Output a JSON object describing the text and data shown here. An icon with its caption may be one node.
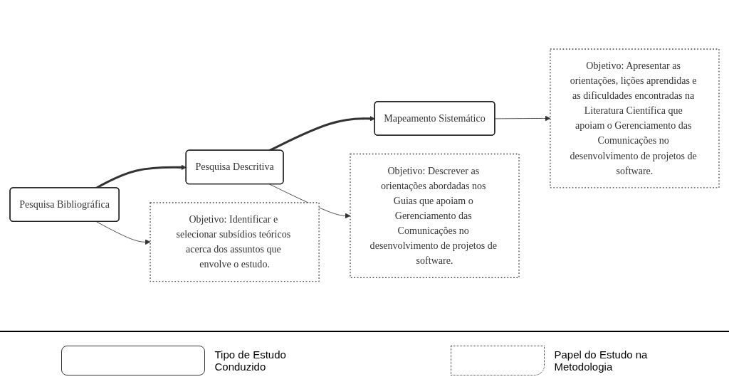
{
  "diagram": {
    "nodes": [
      {
        "text": [
          "Pesquisa Bibliográfica"
        ]
      },
      {
        "text": [
          "Pesquisa Descritiva"
        ]
      },
      {
        "text": [
          "Mapeamento Sistemático"
        ]
      },
      {
        "text": [
          "Objetivo: Identificar e selecionar subsídios teóricos acerca dos assuntos que envolve o estudo."
        ]
      },
      {
        "text": [
          "Objetivo: Descrever as orientações abordadas nos Guias que apoiam o Gerenciamento das Comunicações no desenvolvimento de projetos de software."
        ]
      },
      {
        "text": [
          "Objetivo: Apresentar as orientações, lições aprendidas e as dificuldades encontradas na Literatura Científica que apoiam o Gerenciamento das Comunicações no desenvolvimento de projetos de software."
        ]
      }
    ],
    "edges": [
      {
        "from": 0,
        "to": 1,
        "arrow": "to",
        "style": "thick"
      },
      {
        "from": 1,
        "to": 2,
        "arrow": "to",
        "style": "thick"
      },
      {
        "from": 0,
        "to": 3,
        "arrow": "to"
      },
      {
        "from": 1,
        "to": 4,
        "arrow": "to"
      },
      {
        "from": 2,
        "to": 5,
        "arrow": "to"
      }
    ],
    "legend": [
      {
        "text": "Tipo de Estudo Conduzido"
      },
      {
        "text": "Papel do Estudo na Metodologia"
      }
    ]
  }
}
